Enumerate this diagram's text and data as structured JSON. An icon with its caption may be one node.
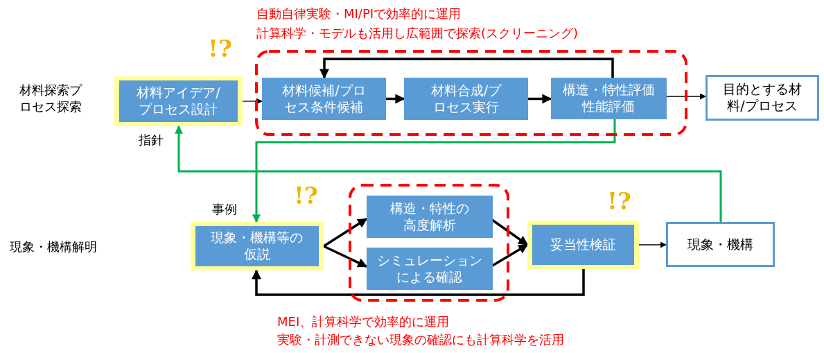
{
  "diagram": {
    "nodes": [
      {
        "text": [
          "材料アイデア/プロセス設計"
        ]
      },
      {
        "text": [],
        "shape": "box"
      },
      {
        "text": [
          "材料候補/プロセス条件候補"
        ],
        "in": 1
      },
      {
        "text": [
          "材料合成/プロセス実行"
        ],
        "in": 1
      },
      {
        "text": [
          "構造・特性評価性能評価"
        ],
        "in": 1
      },
      {
        "text": [
          "目的とする材料/プロセス"
        ]
      },
      {
        "text": [
          "現象・機構等の仮説"
        ]
      },
      {
        "text": [],
        "shape": "box"
      },
      {
        "text": [
          "構造・特性の高度解析"
        ],
        "in": 7
      },
      {
        "text": [
          "シミュレーションによる確認"
        ],
        "in": 7
      },
      {
        "text": [
          "妥当性検証"
        ]
      },
      {
        "text": [
          "現象・機構"
        ]
      }
    ],
    "edges": [
      {
        "from": 0,
        "to": 2,
        "arrow": "to"
      },
      {
        "from": 2,
        "to": 3,
        "arrow": "to"
      },
      {
        "from": 3,
        "to": 4,
        "arrow": "to"
      },
      {
        "from": 4,
        "to": 2,
        "arrow": "to"
      },
      {
        "from": 4,
        "to": 5,
        "arrow": "to"
      },
      {
        "from": 4,
        "to": 6,
        "arrow": "to",
        "label": "事例",
        "color": "#00b050"
      },
      {
        "from": 11,
        "to": 0,
        "arrow": "to",
        "label": "指針",
        "color": "#00b050"
      },
      {
        "from": 6,
        "to": 8,
        "arrow": "to"
      },
      {
        "from": 6,
        "to": 9,
        "arrow": "to"
      },
      {
        "from": 8,
        "to": 10,
        "arrow": "to"
      },
      {
        "from": 9,
        "to": 10,
        "arrow": "to"
      },
      {
        "from": 10,
        "to": 6,
        "arrow": "to"
      },
      {
        "from": 10,
        "to": 11,
        "arrow": "to"
      }
    ],
    "labels": [
      "自動自律実験・MI/PIで効率的に運用",
      "計算科学・モデルも活用し広範囲で探索(スクリーニング)",
      "!?",
      "材料探索プロセス探索",
      "!?",
      "!?",
      "現象・機構解明",
      "MEI、計算科学で効率的に運用",
      "実験・計測できない現象の確認にも計算科学を活用"
    ]
  }
}
